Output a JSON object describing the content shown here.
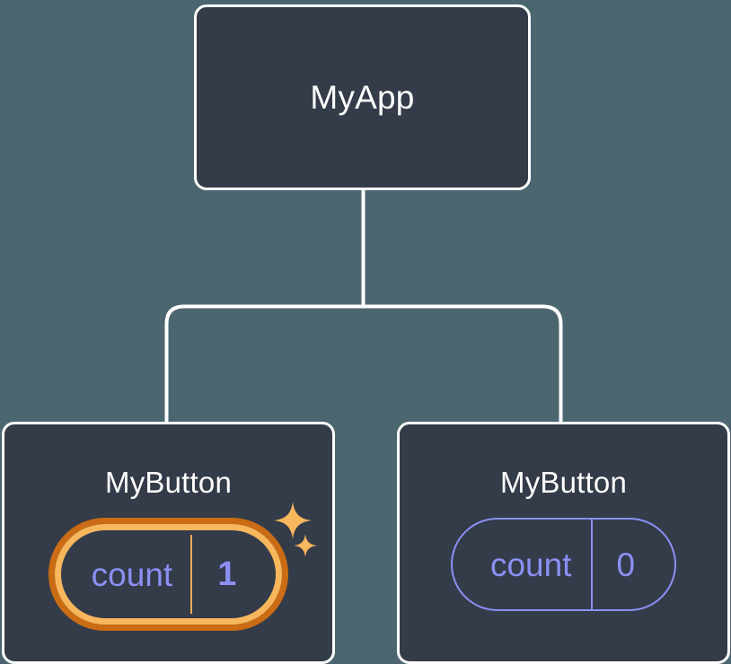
{
  "diagram": {
    "type": "component-tree",
    "title": "React component tree with local state",
    "background_color": "#4c6670",
    "node_fill_color": "#343b49",
    "node_border_color": "#ffffff",
    "connector_color": "#ffffff",
    "state_color": "#8b90f3",
    "highlight_outer_color": "#c96c14",
    "highlight_inner_color": "#f8b75c",
    "sparkle_color": "#f9b75e"
  },
  "root": {
    "label": "MyApp"
  },
  "children": [
    {
      "label": "MyButton",
      "state": {
        "key": "count",
        "value": "1",
        "highlighted": true,
        "sparkle": true
      }
    },
    {
      "label": "MyButton",
      "state": {
        "key": "count",
        "value": "0",
        "highlighted": false,
        "sparkle": false
      }
    }
  ]
}
